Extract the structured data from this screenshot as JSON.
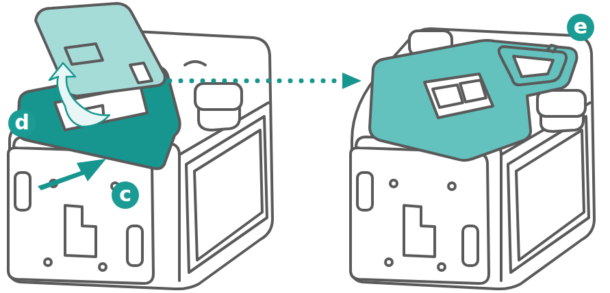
{
  "diagram": {
    "labels": [
      "d",
      "c",
      "e"
    ]
  }
}
